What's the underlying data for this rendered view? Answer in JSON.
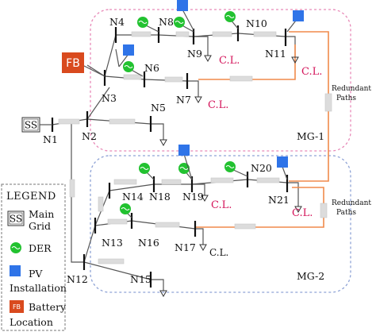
{
  "nodes": [
    "N1",
    "N2",
    "N3",
    "N4",
    "N5",
    "N6",
    "N7",
    "N8",
    "N9",
    "N10",
    "N11",
    "N12",
    "N13",
    "N14",
    "N15",
    "N16",
    "N17",
    "N18",
    "N19",
    "N20",
    "N21"
  ],
  "labels": {
    "ss": "SS",
    "fb": "FB",
    "mg1": "MG-1",
    "mg2": "MG-2",
    "redundant_1": "Redundant",
    "redundant_2": "Paths",
    "cl": "C.L."
  },
  "legend": {
    "title": "LEGEND",
    "ss_symbol": "SS",
    "ss_line1": "Main",
    "ss_line2": "Grid",
    "der": "DER",
    "pv_line1": "PV",
    "pv_line2": "Installation",
    "fb_symbol": "FB",
    "fb_line1": "Battery",
    "fb_line2": "Location"
  },
  "colors": {
    "mg1_border": "#e88ab8",
    "mg2_border": "#8fa3d6",
    "der": "#22c230",
    "pv": "#2f74e8",
    "battery": "#d94a1e",
    "redundant_path": "#f08a4b",
    "critical_load": "#d4145a"
  }
}
